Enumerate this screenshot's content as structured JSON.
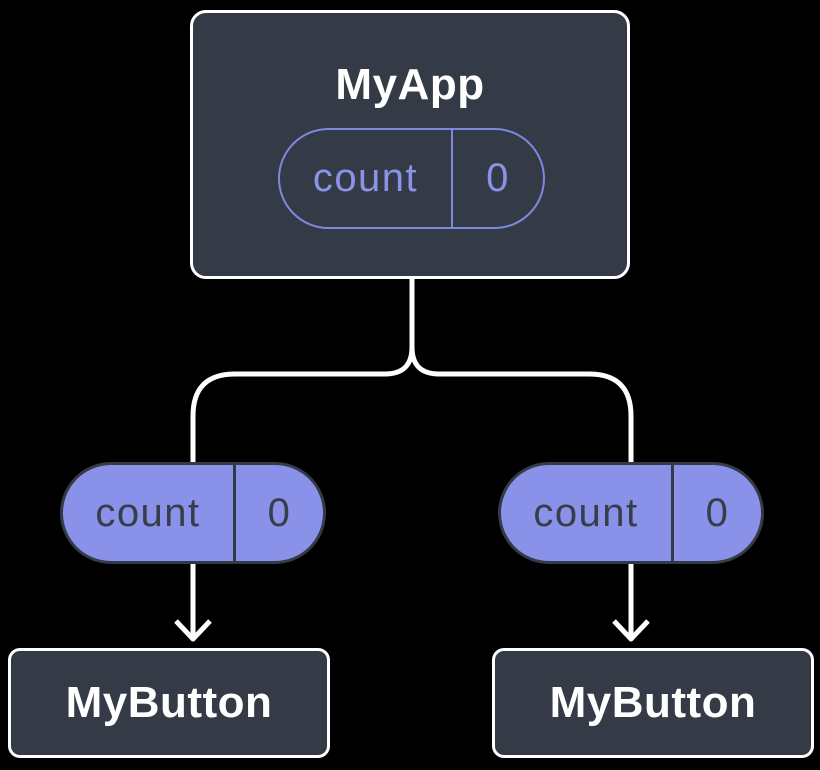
{
  "diagram": {
    "description": "Component tree: parent state shared down to children as props",
    "colors": {
      "background": "#000000",
      "node_fill": "#343a46",
      "node_border": "#ffffff",
      "node_text": "#ffffff",
      "state_pill_accent": "#7e88e0",
      "state_pill_text": "#8a93e8",
      "prop_pill_fill": "#8a91e8",
      "prop_pill_text": "#373d49",
      "connector": "#ffffff"
    },
    "parent": {
      "title": "MyApp",
      "state": {
        "name": "count",
        "value": "0"
      }
    },
    "children": [
      {
        "title": "MyButton",
        "prop": {
          "name": "count",
          "value": "0"
        }
      },
      {
        "title": "MyButton",
        "prop": {
          "name": "count",
          "value": "0"
        }
      }
    ]
  }
}
